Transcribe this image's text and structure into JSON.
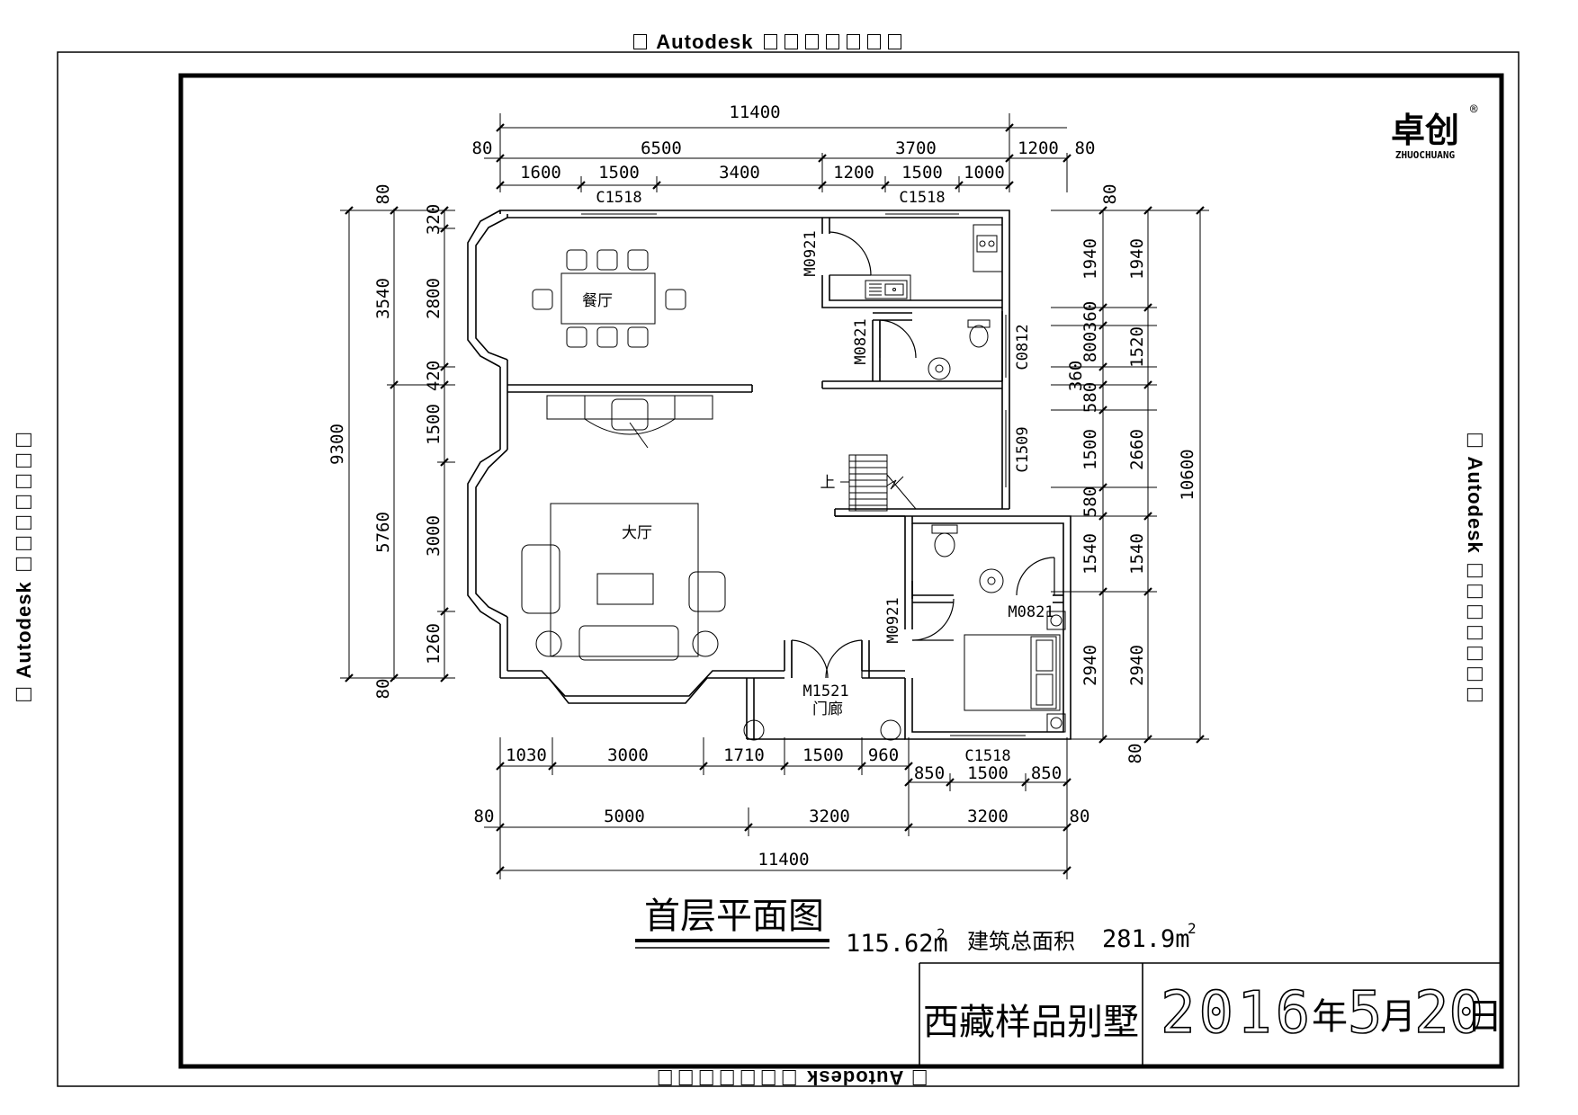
{
  "header_stamp": {
    "brand": "Autodesk"
  },
  "logo": {
    "name": "卓创",
    "sub": "ZHUOCHUANG",
    "mark": "®"
  },
  "title": {
    "plan_name": "首层平面图",
    "floor_area": "115.62m",
    "area_sup": "2",
    "total_label": "建筑总面积",
    "total_area": "281.9m",
    "total_sup": "2"
  },
  "title_block": {
    "project": "西藏样品别墅",
    "date_year": "2016",
    "date_year_char": "年",
    "date_month": "5",
    "date_month_char": "月",
    "date_day": "20",
    "date_day_char": "日"
  },
  "rooms": {
    "dining": "餐厅",
    "hall": "大厅",
    "porch": "门廊",
    "up": "上"
  },
  "labels": {
    "door_m0921_top": "M0921",
    "door_m0821_left": "M0821",
    "door_m0921_mid": "M0921",
    "door_m0821_right": "M0821",
    "door_m1521": "M1521",
    "win_c1518_a": "C1518",
    "win_c1518_b": "C1518",
    "win_c1518_c": "C1518",
    "win_c0812": "C0812",
    "win_c1509": "C1509"
  },
  "dimensions": {
    "top_total": "11400",
    "top_mid": [
      "80",
      "6500",
      "3700",
      "1200",
      "80"
    ],
    "top_detail": [
      "1600",
      "1500",
      "3400",
      "1200",
      "1500",
      "1000"
    ],
    "bottom_detail": [
      "1030",
      "3000",
      "1710",
      "1500",
      "960"
    ],
    "bottom_detail_r": [
      "850",
      "1500",
      "850"
    ],
    "bottom_mid": [
      "80",
      "5000",
      "3200",
      "3200",
      "80"
    ],
    "bottom_total": "11400",
    "left_outer": "9300",
    "left_mid": [
      "80",
      "3540",
      "5760",
      "80"
    ],
    "left_inner": [
      "320",
      "2800",
      "420",
      "1500",
      "3000",
      "1260"
    ],
    "right_inner": [
      "80",
      "1940",
      "360",
      "800",
      "360",
      "580",
      "1500",
      "580",
      "1540",
      "2940",
      "80"
    ],
    "right_mid": [
      "1940",
      "1520",
      "2660",
      "1540",
      "2940"
    ],
    "right_total": "10600"
  }
}
